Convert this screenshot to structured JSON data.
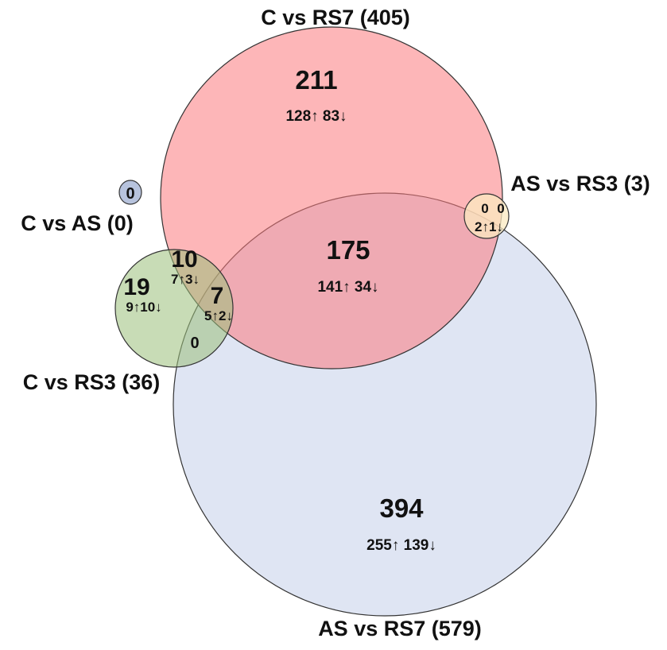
{
  "sets": {
    "c_vs_rs7": {
      "label": "C vs RS7 (405)",
      "color": "#fc7a7e"
    },
    "as_vs_rs7": {
      "label": "AS vs RS7 (579)",
      "color": "#d9e1f1"
    },
    "c_vs_rs3": {
      "label": "C vs RS3 (36)",
      "color": "#b6cfa0"
    },
    "as_vs_rs3": {
      "label": "AS vs RS3 (3)",
      "color": "#fbeecf"
    },
    "c_vs_as": {
      "label": "C vs AS (0)",
      "color": "#b7c3dd"
    }
  },
  "regions": {
    "only_c_rs7": {
      "count": "211",
      "detail": "128↑ 83↓"
    },
    "c_rs7_and_as_rs7": {
      "count": "175",
      "detail": "141↑ 34↓"
    },
    "only_as_rs7": {
      "count": "394",
      "detail": "255↑ 139↓"
    },
    "only_c_rs3": {
      "count": "19",
      "detail": "9↑10↓"
    },
    "c_rs3_and_c_rs7": {
      "count": "10",
      "detail": "7↑3↓"
    },
    "c_rs3_c_rs7_as_rs7": {
      "count": "7",
      "detail": "5↑2↓"
    },
    "c_rs3_and_as_rs7": {
      "count": "0"
    },
    "as_rs3_and_c_rs7": {
      "count": "0"
    },
    "only_as_rs3": {
      "count": "0"
    },
    "as_rs3_all_overlap": {
      "detail": "2↑1↓"
    },
    "c_as": {
      "count": "0"
    }
  }
}
